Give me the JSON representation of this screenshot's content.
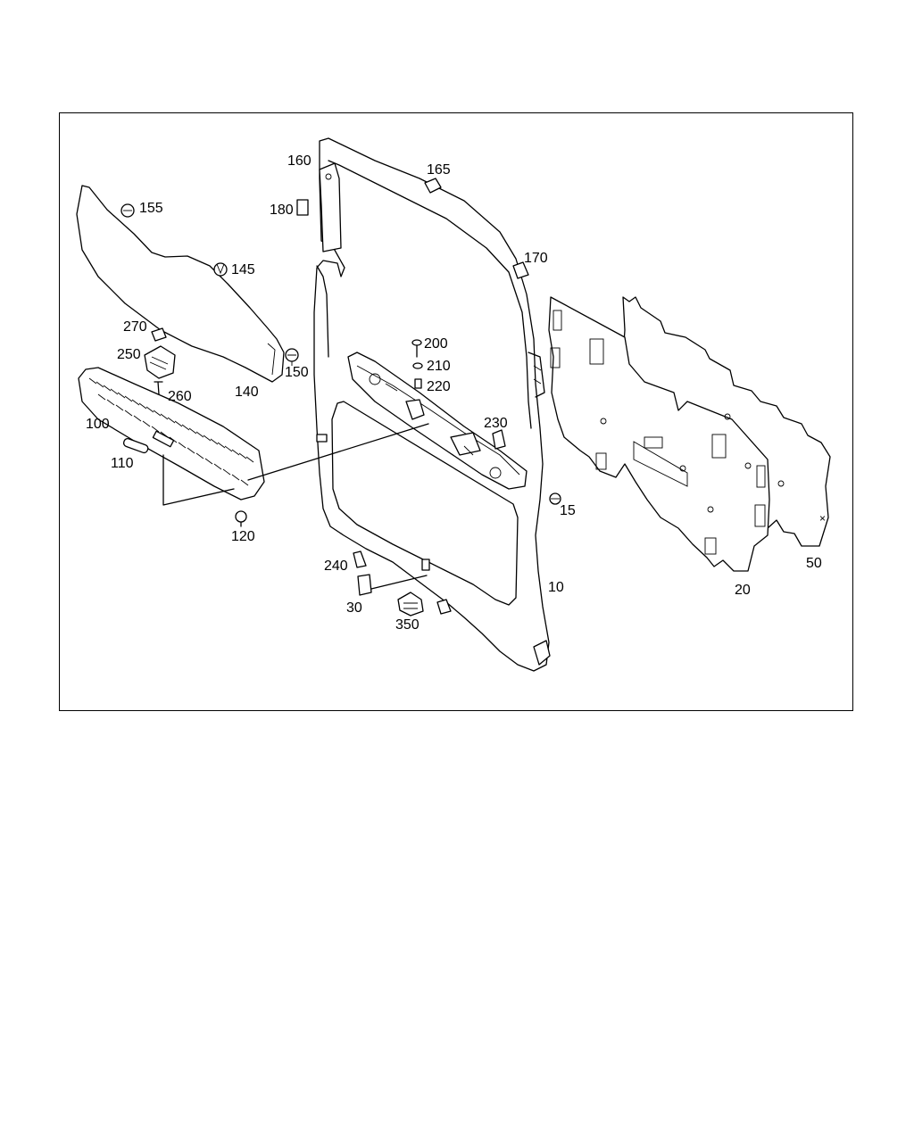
{
  "diagram": {
    "colors": {
      "line": "#000000",
      "background": "#ffffff"
    },
    "callouts": {
      "p10": "10",
      "p15": "15",
      "p20": "20",
      "p30": "30",
      "p50": "50",
      "p100": "100",
      "p110": "110",
      "p120": "120",
      "p140": "140",
      "p145": "145",
      "p150": "150",
      "p155": "155",
      "p160": "160",
      "p165": "165",
      "p170": "170",
      "p180": "180",
      "p200": "200",
      "p210": "210",
      "p220": "220",
      "p230": "230",
      "p240": "240",
      "p250": "250",
      "p260": "260",
      "p270": "270",
      "p350": "350"
    }
  }
}
